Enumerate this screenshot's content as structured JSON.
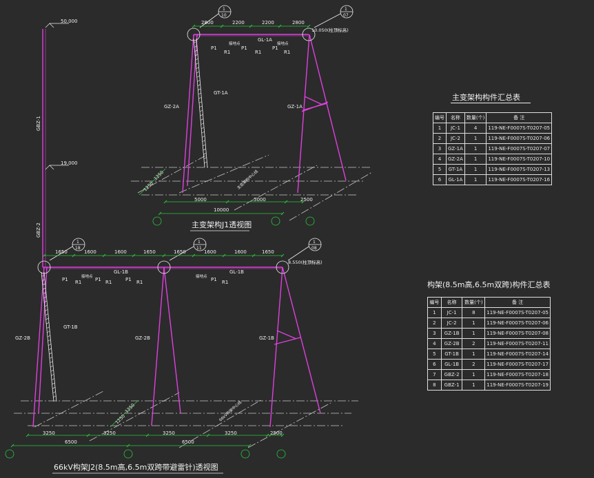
{
  "colors": {
    "background": "#2b2b2b",
    "member": "#e040e0",
    "dimension": "#27c83a",
    "ground": "#c8c8c8",
    "text": "#f0f0f0"
  },
  "frame_j1": {
    "title": "主变架构J1透视图",
    "column_labels": [
      "GZ-2A",
      "GZ-1A"
    ],
    "ladder_label": "GT-1A",
    "beam_label": "GL-1A",
    "point_labels": [
      "P1",
      "R1",
      "P1",
      "R1",
      "P1",
      "R1"
    ],
    "lightning_labels": [
      "接地点",
      "接地点"
    ],
    "elevation_label": "10.050(柱顶标高)",
    "top_dims": [
      "2800",
      "2200",
      "2200",
      "2800"
    ],
    "bottom_dims": [
      "5000",
      "5000",
      "2500"
    ],
    "total_dim": "10000",
    "side_dims": [
      "1250",
      "1250"
    ],
    "axis_note": "主变架构中心线",
    "callouts": [
      {
        "top": "1",
        "bottom": "10"
      },
      {
        "top": "1",
        "bottom": "07"
      }
    ]
  },
  "frame_j2": {
    "title": "66kV构架J2(8.5m高,6.5m双跨带避雷针)透视图",
    "column_labels": [
      "GZ-2B",
      "GZ-2B",
      "GZ-1B"
    ],
    "ladder_label": "GT-1B",
    "beam_labels": [
      "GL-1B",
      "GL-1B"
    ],
    "point_labels": [
      "P1",
      "R1",
      "P1",
      "R1",
      "P1",
      "R1",
      "P1",
      "R1"
    ],
    "lightning_labels": [
      "接地点",
      "接地点"
    ],
    "elevation_label": "8.550(柱顶标高)",
    "top_dims": [
      "1650",
      "1600",
      "1600",
      "1650",
      "1650",
      "1600",
      "1600",
      "1650"
    ],
    "bottom_dims": [
      "3250",
      "3250",
      "3250",
      "3250",
      "2500"
    ],
    "total_dims": [
      "6500",
      "6500"
    ],
    "side_dims": [
      "1250",
      "1250"
    ],
    "axis_note": "66kV构架中心线",
    "callouts": [
      {
        "top": "1",
        "bottom": "18"
      },
      {
        "top": "1",
        "bottom": "11"
      },
      {
        "top": "1",
        "bottom": "08"
      }
    ]
  },
  "needle": {
    "top_elev": "50.000",
    "mid_elev": "19.000",
    "labels": [
      "GBZ-1",
      "GBZ-2"
    ]
  },
  "table1": {
    "title": "主变架构构件汇总表",
    "headers": [
      "编号",
      "名称",
      "数量(个)",
      "备 注"
    ],
    "rows": [
      [
        "1",
        "JC-1",
        "4",
        "119-NE-F0007S-T0207-05"
      ],
      [
        "2",
        "JC-2",
        "1",
        "119-NE-F0007S-T0207-06"
      ],
      [
        "3",
        "GZ-1A",
        "1",
        "119-NE-F0007S-T0207-07"
      ],
      [
        "4",
        "GZ-2A",
        "1",
        "119-NE-F0007S-T0207-10"
      ],
      [
        "5",
        "GT-1A",
        "1",
        "119-NE-F0007S-T0207-13"
      ],
      [
        "6",
        "GL-1A",
        "1",
        "119-NE-F0007S-T0207-16"
      ]
    ]
  },
  "table2": {
    "title": "构架(8.5m高,6.5m双跨)构件汇总表",
    "headers": [
      "编号",
      "名称",
      "数量(个)",
      "备 注"
    ],
    "rows": [
      [
        "1",
        "JC-1",
        "8",
        "119-NE-F0007S-T0207-05"
      ],
      [
        "2",
        "JC-2",
        "1",
        "119-NE-F0007S-T0207-06"
      ],
      [
        "3",
        "GZ-1B",
        "1",
        "119-NE-F0007S-T0207-08"
      ],
      [
        "4",
        "GZ-2B",
        "2",
        "119-NE-F0007S-T0207-11"
      ],
      [
        "5",
        "GT-1B",
        "1",
        "119-NE-F0007S-T0207-14"
      ],
      [
        "6",
        "GL-1B",
        "2",
        "119-NE-F0007S-T0207-17"
      ],
      [
        "7",
        "GBZ-2",
        "1",
        "119-NE-F0007S-T0207-18"
      ],
      [
        "8",
        "GBZ-1",
        "1",
        "119-NE-F0007S-T0207-19"
      ]
    ]
  }
}
